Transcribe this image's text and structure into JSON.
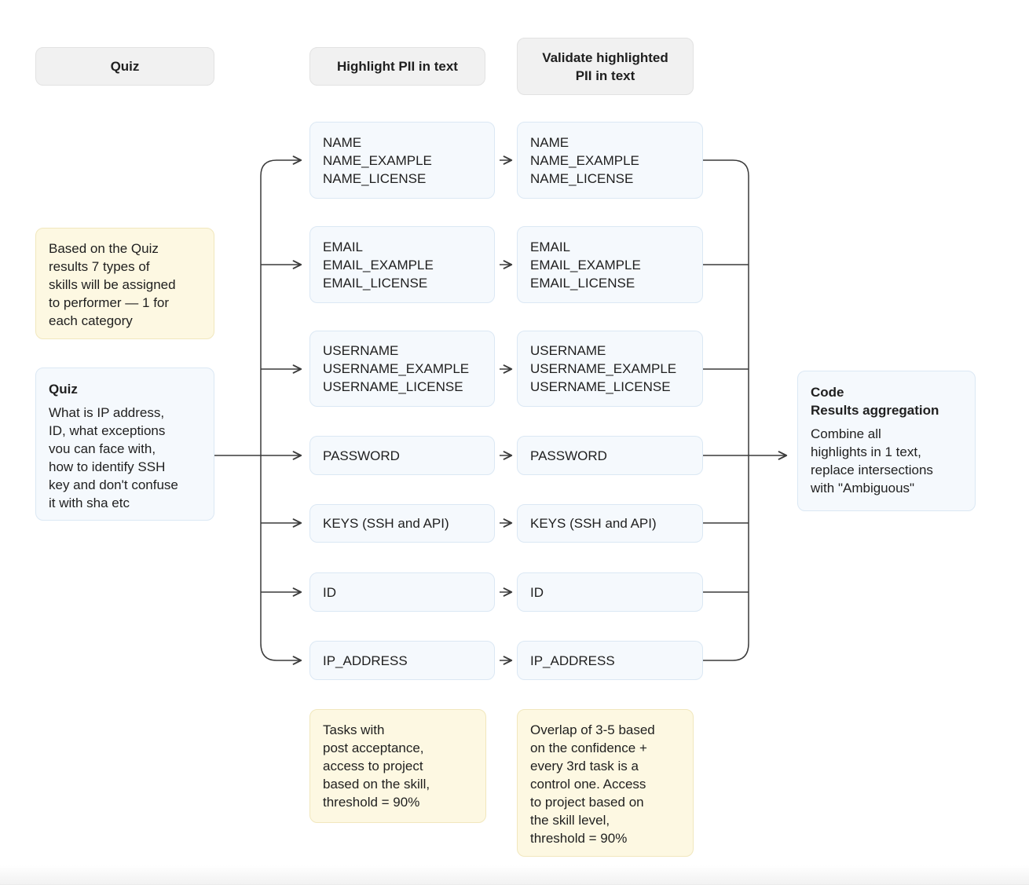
{
  "diagram": {
    "headers": [
      {
        "label": "Quiz"
      },
      {
        "label": "Highlight PII in text"
      },
      {
        "label": "Validate highlighted\nPII in text"
      }
    ],
    "quiz_note": {
      "text": "Based on the Quiz\nresults 7 types of\nskills will be assigned\nto performer — 1 for\neach category"
    },
    "quiz_card": {
      "title": "Quiz",
      "body": "What is IP address,\nID, what exceptions\nvou can face with,\nhow to identify SSH\nkey and don't confuse\nit with sha etc"
    },
    "categories": [
      "NAME\nNAME_EXAMPLE\nNAME_LICENSE",
      "EMAIL\nEMAIL_EXAMPLE\nEMAIL_LICENSE",
      "USERNAME\nUSERNAME_EXAMPLE\nUSERNAME_LICENSE",
      "PASSWORD",
      "KEYS (SSH and API)",
      "ID",
      "IP_ADDRESS"
    ],
    "code_card": {
      "title": "Code\nResults aggregation",
      "body": "Combine all\nhighlights in 1 text,\nreplace intersections\nwith \"Ambiguous\""
    },
    "tasks_note": {
      "text": "Tasks with\npost acceptance,\naccess to project\nbased on the skill,\nthreshold = 90%"
    },
    "overlap_note": {
      "text": "Overlap of 3-5 based\non the confidence +\nevery 3rd task is a\ncontrol one. Access\nto project based on\nthe skill level,\nthreshold = 90%"
    },
    "colors": {
      "node_fill": "#f5f9fd",
      "node_border": "#dbe8f4",
      "note_fill": "#fdf8e2",
      "note_border": "#f1e7bd",
      "header_fill": "#f1f1f1",
      "arrow": "#3a3a3a"
    }
  }
}
